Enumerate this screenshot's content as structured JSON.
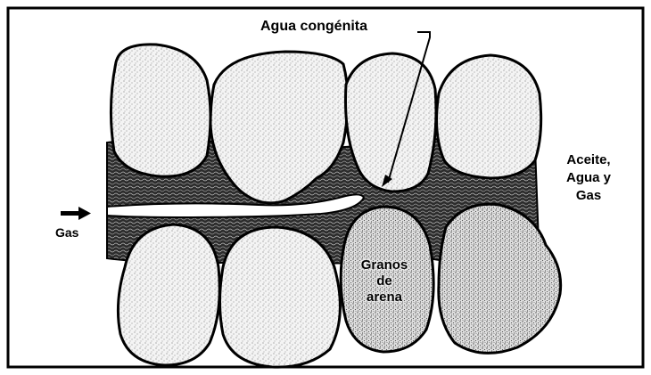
{
  "labels": {
    "agua_congenita": "Agua congénita",
    "fluids_line1": "Aceite,",
    "fluids_line2": "Agua y",
    "fluids_line3": "Gas",
    "gas_inlet": "Gas",
    "granos_line1": "Granos",
    "granos_line2": "de",
    "granos_line3": "arena"
  },
  "colors": {
    "frame": "#000000",
    "grain_fill": "#f1f1f1",
    "grain_dark_fill": "#d6d6d6",
    "pore_fluid": "#3a3a3a",
    "water_film": "#000000"
  },
  "icons": {
    "flow_arrow": "arrow-right-icon"
  }
}
